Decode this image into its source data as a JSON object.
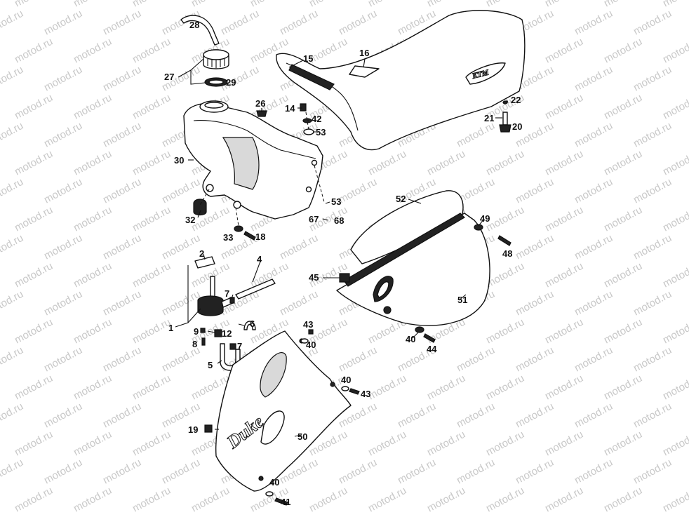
{
  "watermark": "motod.ru",
  "callouts": [
    "28",
    "27",
    "29",
    "15",
    "16",
    "26",
    "14",
    "42",
    "53",
    "22",
    "21",
    "20",
    "30",
    "32",
    "33",
    "18",
    "53",
    "67",
    "68",
    "52",
    "49",
    "48",
    "2",
    "4",
    "45",
    "7",
    "1",
    "9",
    "12",
    "6",
    "8",
    "7",
    "43",
    "40",
    "51",
    "40",
    "44",
    "5",
    "40",
    "43",
    "19",
    "50",
    "40",
    "41"
  ],
  "colors": {
    "ink": "#111111",
    "paper": "#ffffff",
    "watermark": "#c8c8c8"
  }
}
